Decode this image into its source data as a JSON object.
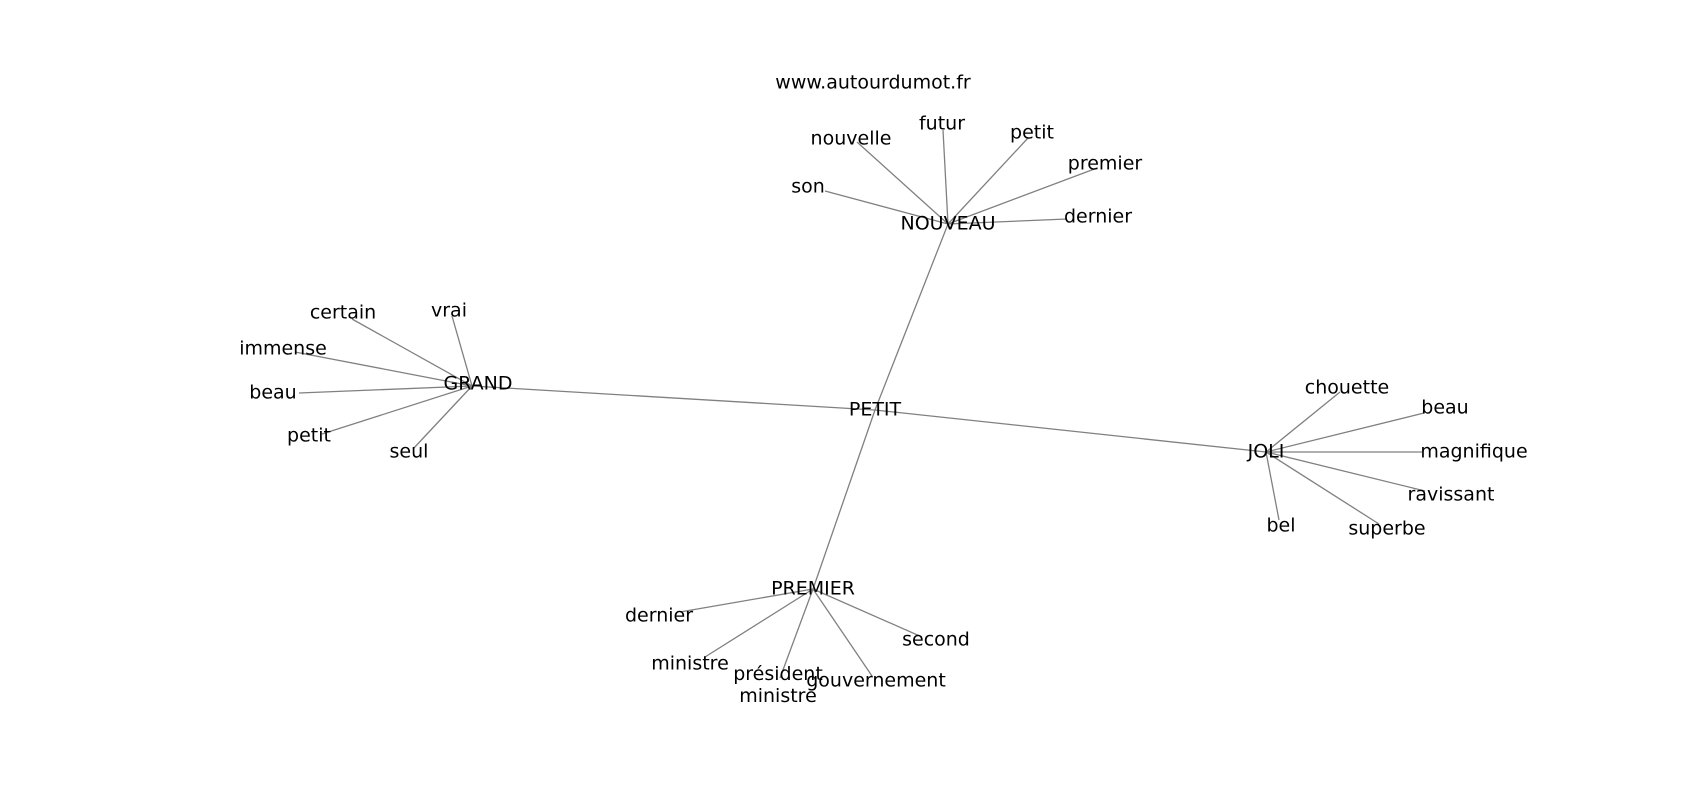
{
  "site_url": "www.autourdumot.fr",
  "graph": {
    "center": "PETIT",
    "hubs": [
      {
        "id": "NOUVEAU",
        "label": "NOUVEAU",
        "related": [
          "son",
          "nouvelle",
          "futur",
          "petit",
          "premier",
          "dernier"
        ]
      },
      {
        "id": "GRAND",
        "label": "GRAND",
        "related": [
          "certain",
          "vrai",
          "immense",
          "beau",
          "petit",
          "seul"
        ]
      },
      {
        "id": "JOLI",
        "label": "JOLI",
        "related": [
          "chouette",
          "beau",
          "magnifique",
          "ravissant",
          "bel",
          "superbe"
        ]
      },
      {
        "id": "PREMIER",
        "label": "PREMIER",
        "related": [
          "dernier",
          "ministre",
          "président\nministre",
          "gouvernement",
          "second"
        ]
      }
    ]
  },
  "colors": {
    "edge": "#808080",
    "text": "#000000",
    "background": "#ffffff"
  }
}
